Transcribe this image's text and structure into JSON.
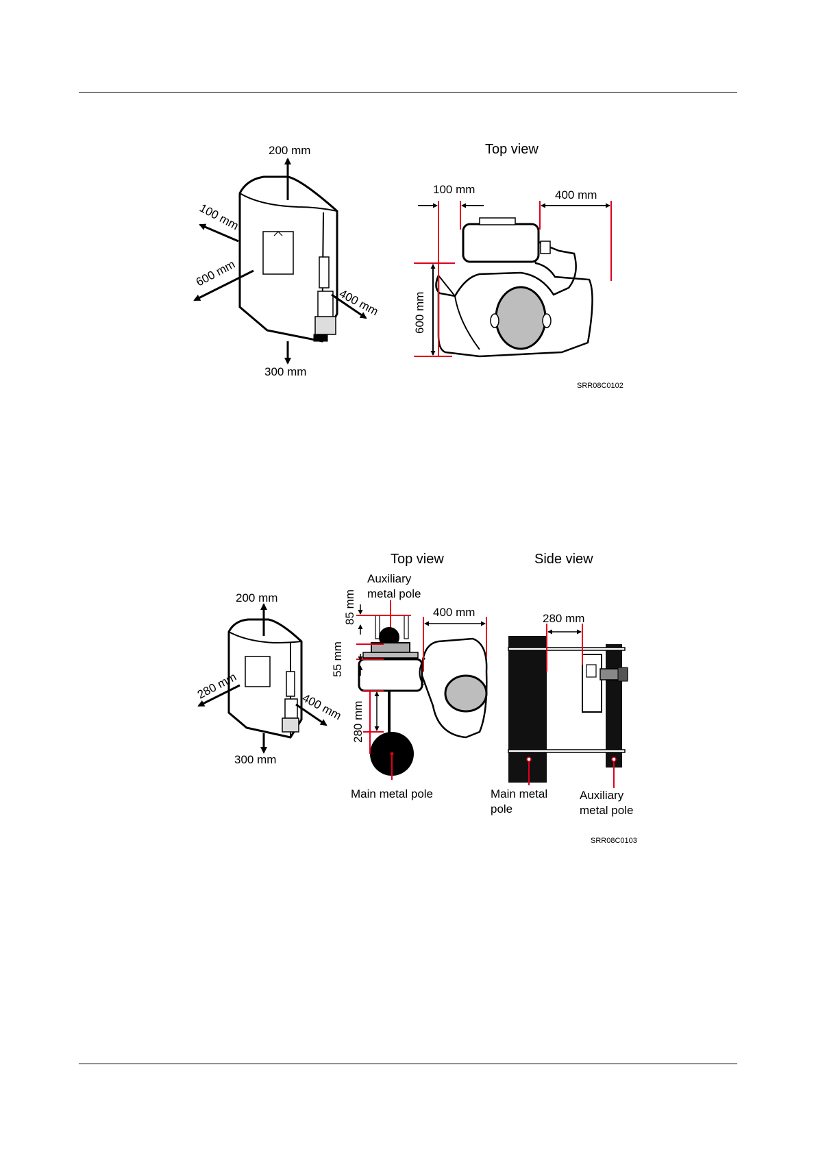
{
  "figure1": {
    "top_view_title": "Top view",
    "clearance_top": "200 mm",
    "clearance_left": "100 mm",
    "clearance_front": "600 mm",
    "clearance_right": "400 mm",
    "clearance_bottom": "300 mm",
    "topview_left": "100 mm",
    "topview_right": "400 mm",
    "topview_front": "600 mm",
    "figure_id": "SRR08C0102"
  },
  "figure2": {
    "top_view_title": "Top view",
    "side_view_title": "Side view",
    "clearance_top": "200 mm",
    "clearance_left": "280 mm",
    "clearance_right": "400 mm",
    "clearance_bottom": "300 mm",
    "aux_pole_label_line1": "Auxiliary",
    "aux_pole_label_line2": "metal pole",
    "dim_85": "85 mm",
    "dim_55": "55 mm",
    "dim_280_vertical": "280 mm",
    "dim_400": "400 mm",
    "main_pole_label": "Main metal pole",
    "side_dim_280": "280 mm",
    "side_main_pole_line1": "Main metal",
    "side_main_pole_line2": "pole",
    "side_aux_pole_line1": "Auxiliary",
    "side_aux_pole_line2": "metal pole",
    "figure_id": "SRR08C0103"
  }
}
